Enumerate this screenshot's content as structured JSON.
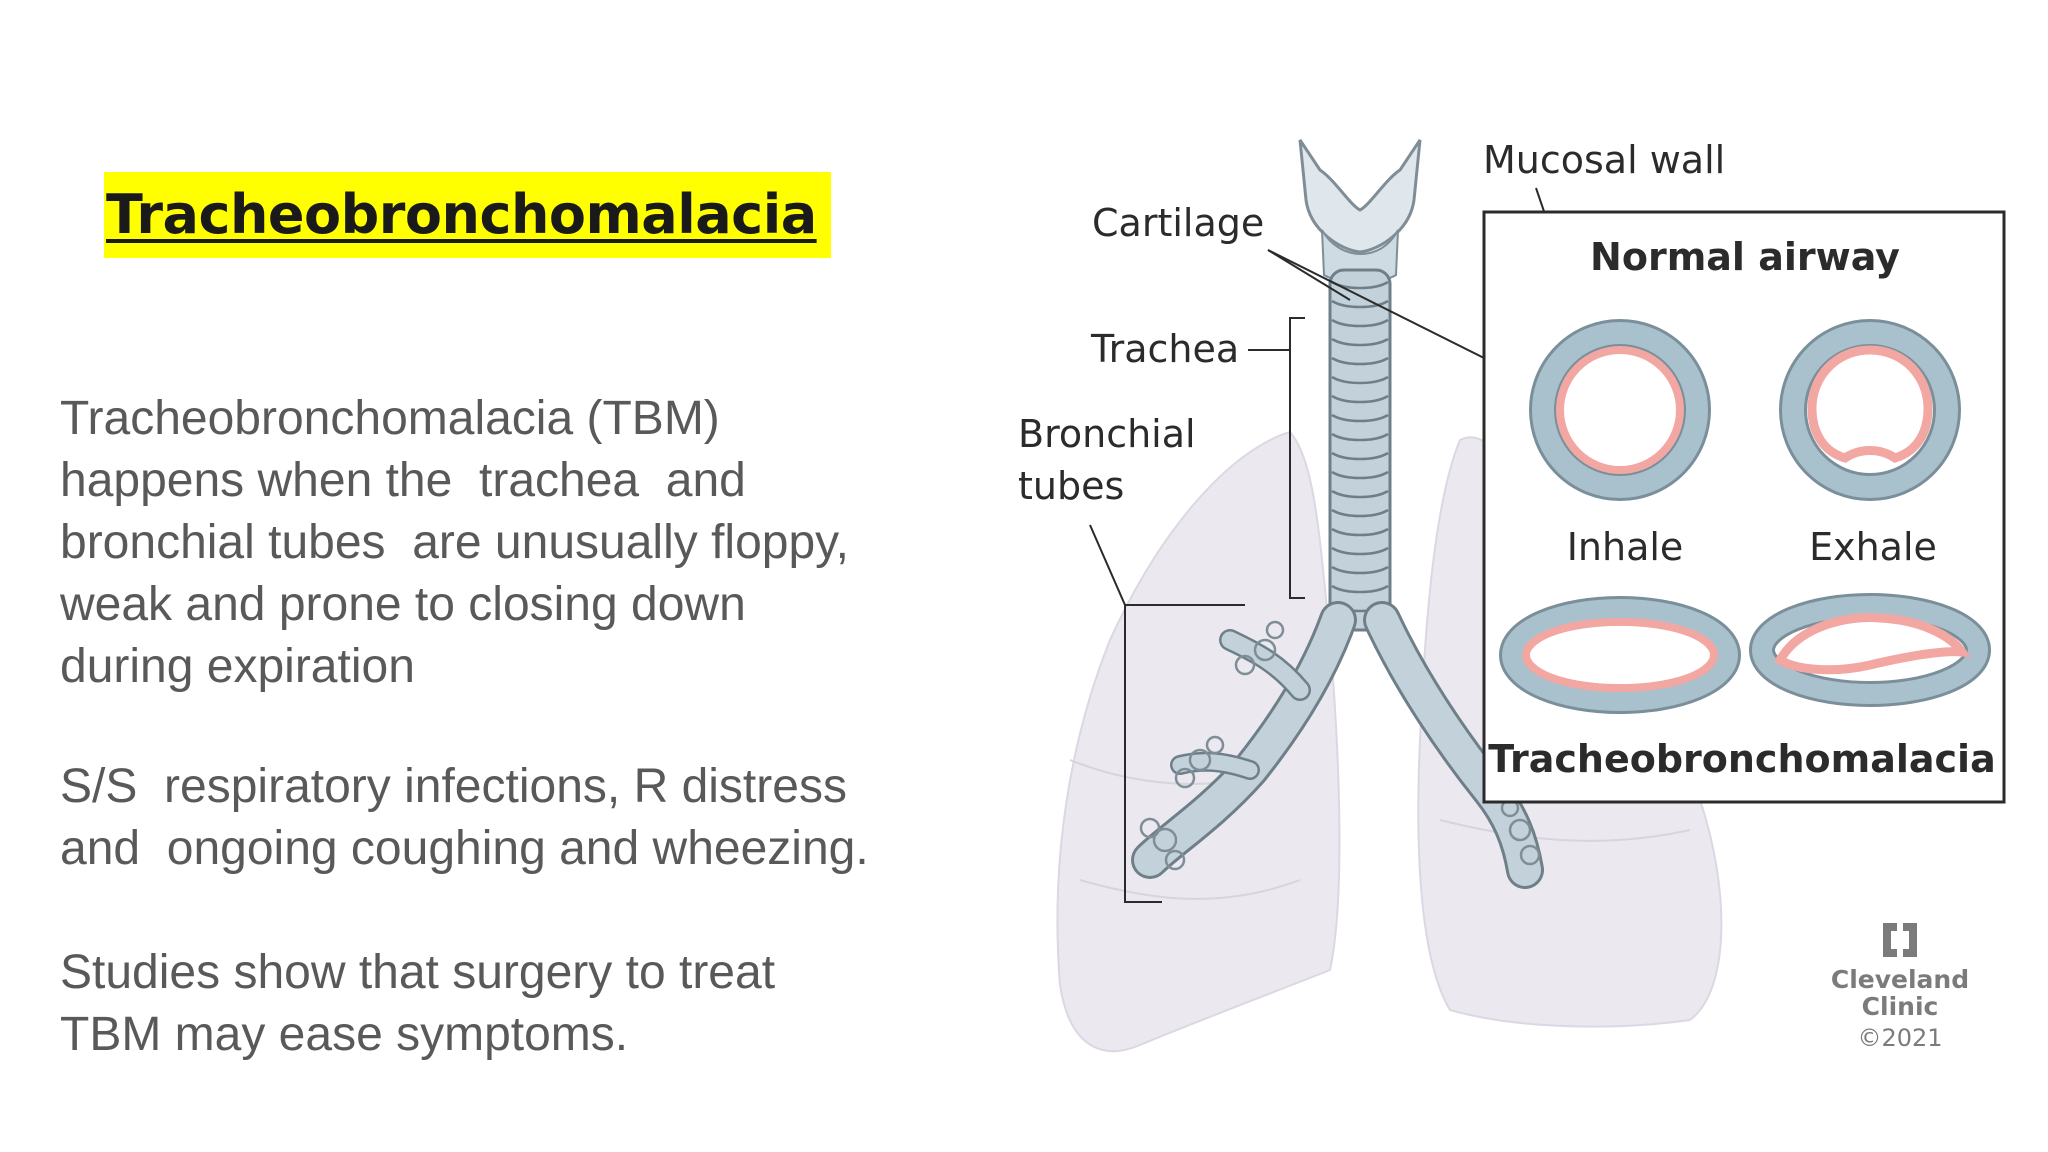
{
  "title": "Tracheobronchomalacia",
  "paragraphs": [
    "Tracheobronchomalacia (TBM)\nhappens when the  trachea  and\nbronchial tubes  are unusually floppy,\nweak and prone to closing down\nduring expiration",
    "S/S  respiratory infections, R distress\nand  ongoing coughing and wheezing.",
    "Studies show that surgery to treat\nTBM may ease symptoms."
  ],
  "diagram": {
    "labels": {
      "mucosal_wall": "Mucosal wall",
      "cartilage": "Cartilage",
      "trachea": "Trachea",
      "bronchial_line1": "Bronchial",
      "bronchial_line2": "tubes"
    },
    "inset": {
      "heading": "Normal airway",
      "inhale": "Inhale",
      "exhale": "Exhale",
      "footer": "Tracheobronchomalacia"
    },
    "credit": {
      "line1": "Cleveland",
      "line2": "Clinic",
      "line3": "©2021"
    },
    "colors": {
      "highlight": "#ffff00",
      "cartilage_ring": "#a9c1cc",
      "mucosa": "#f2a7a3",
      "lung": "#ebe8f0",
      "body_text": "#595959"
    }
  }
}
